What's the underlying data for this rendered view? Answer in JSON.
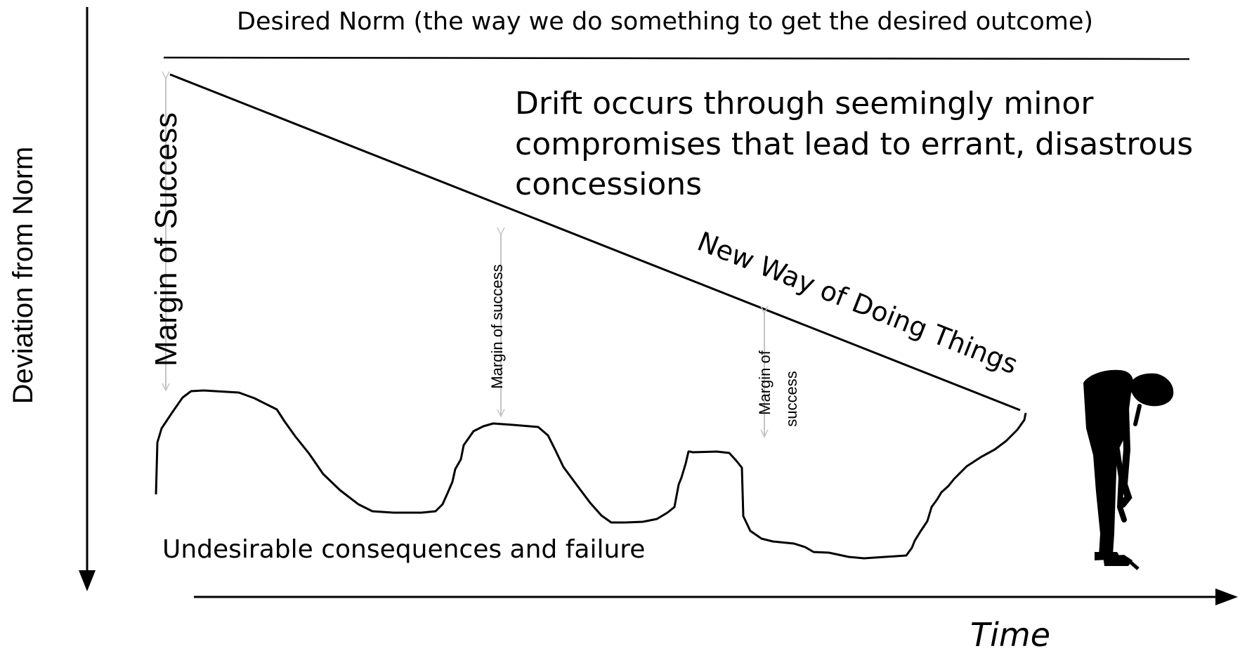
{
  "diagram": {
    "y_axis_label": "Deviation from Norm",
    "x_axis_label": "Time",
    "norm_label": "Desired Norm (the way we do something to get the desired outcome)",
    "drift_text": [
      "Drift occurs through seemingly minor",
      "compromises that lead to errant, disastrous",
      "concessions"
    ],
    "new_way_label": "New Way of Doing Things",
    "failure_label": "Undesirable consequences and failure",
    "margin_labels": {
      "first": "Margin of Success",
      "second": "Margin of success",
      "third_line1": "Margin of",
      "third_line2": "success"
    },
    "figure_icon": "drooping-person-silhouette"
  }
}
